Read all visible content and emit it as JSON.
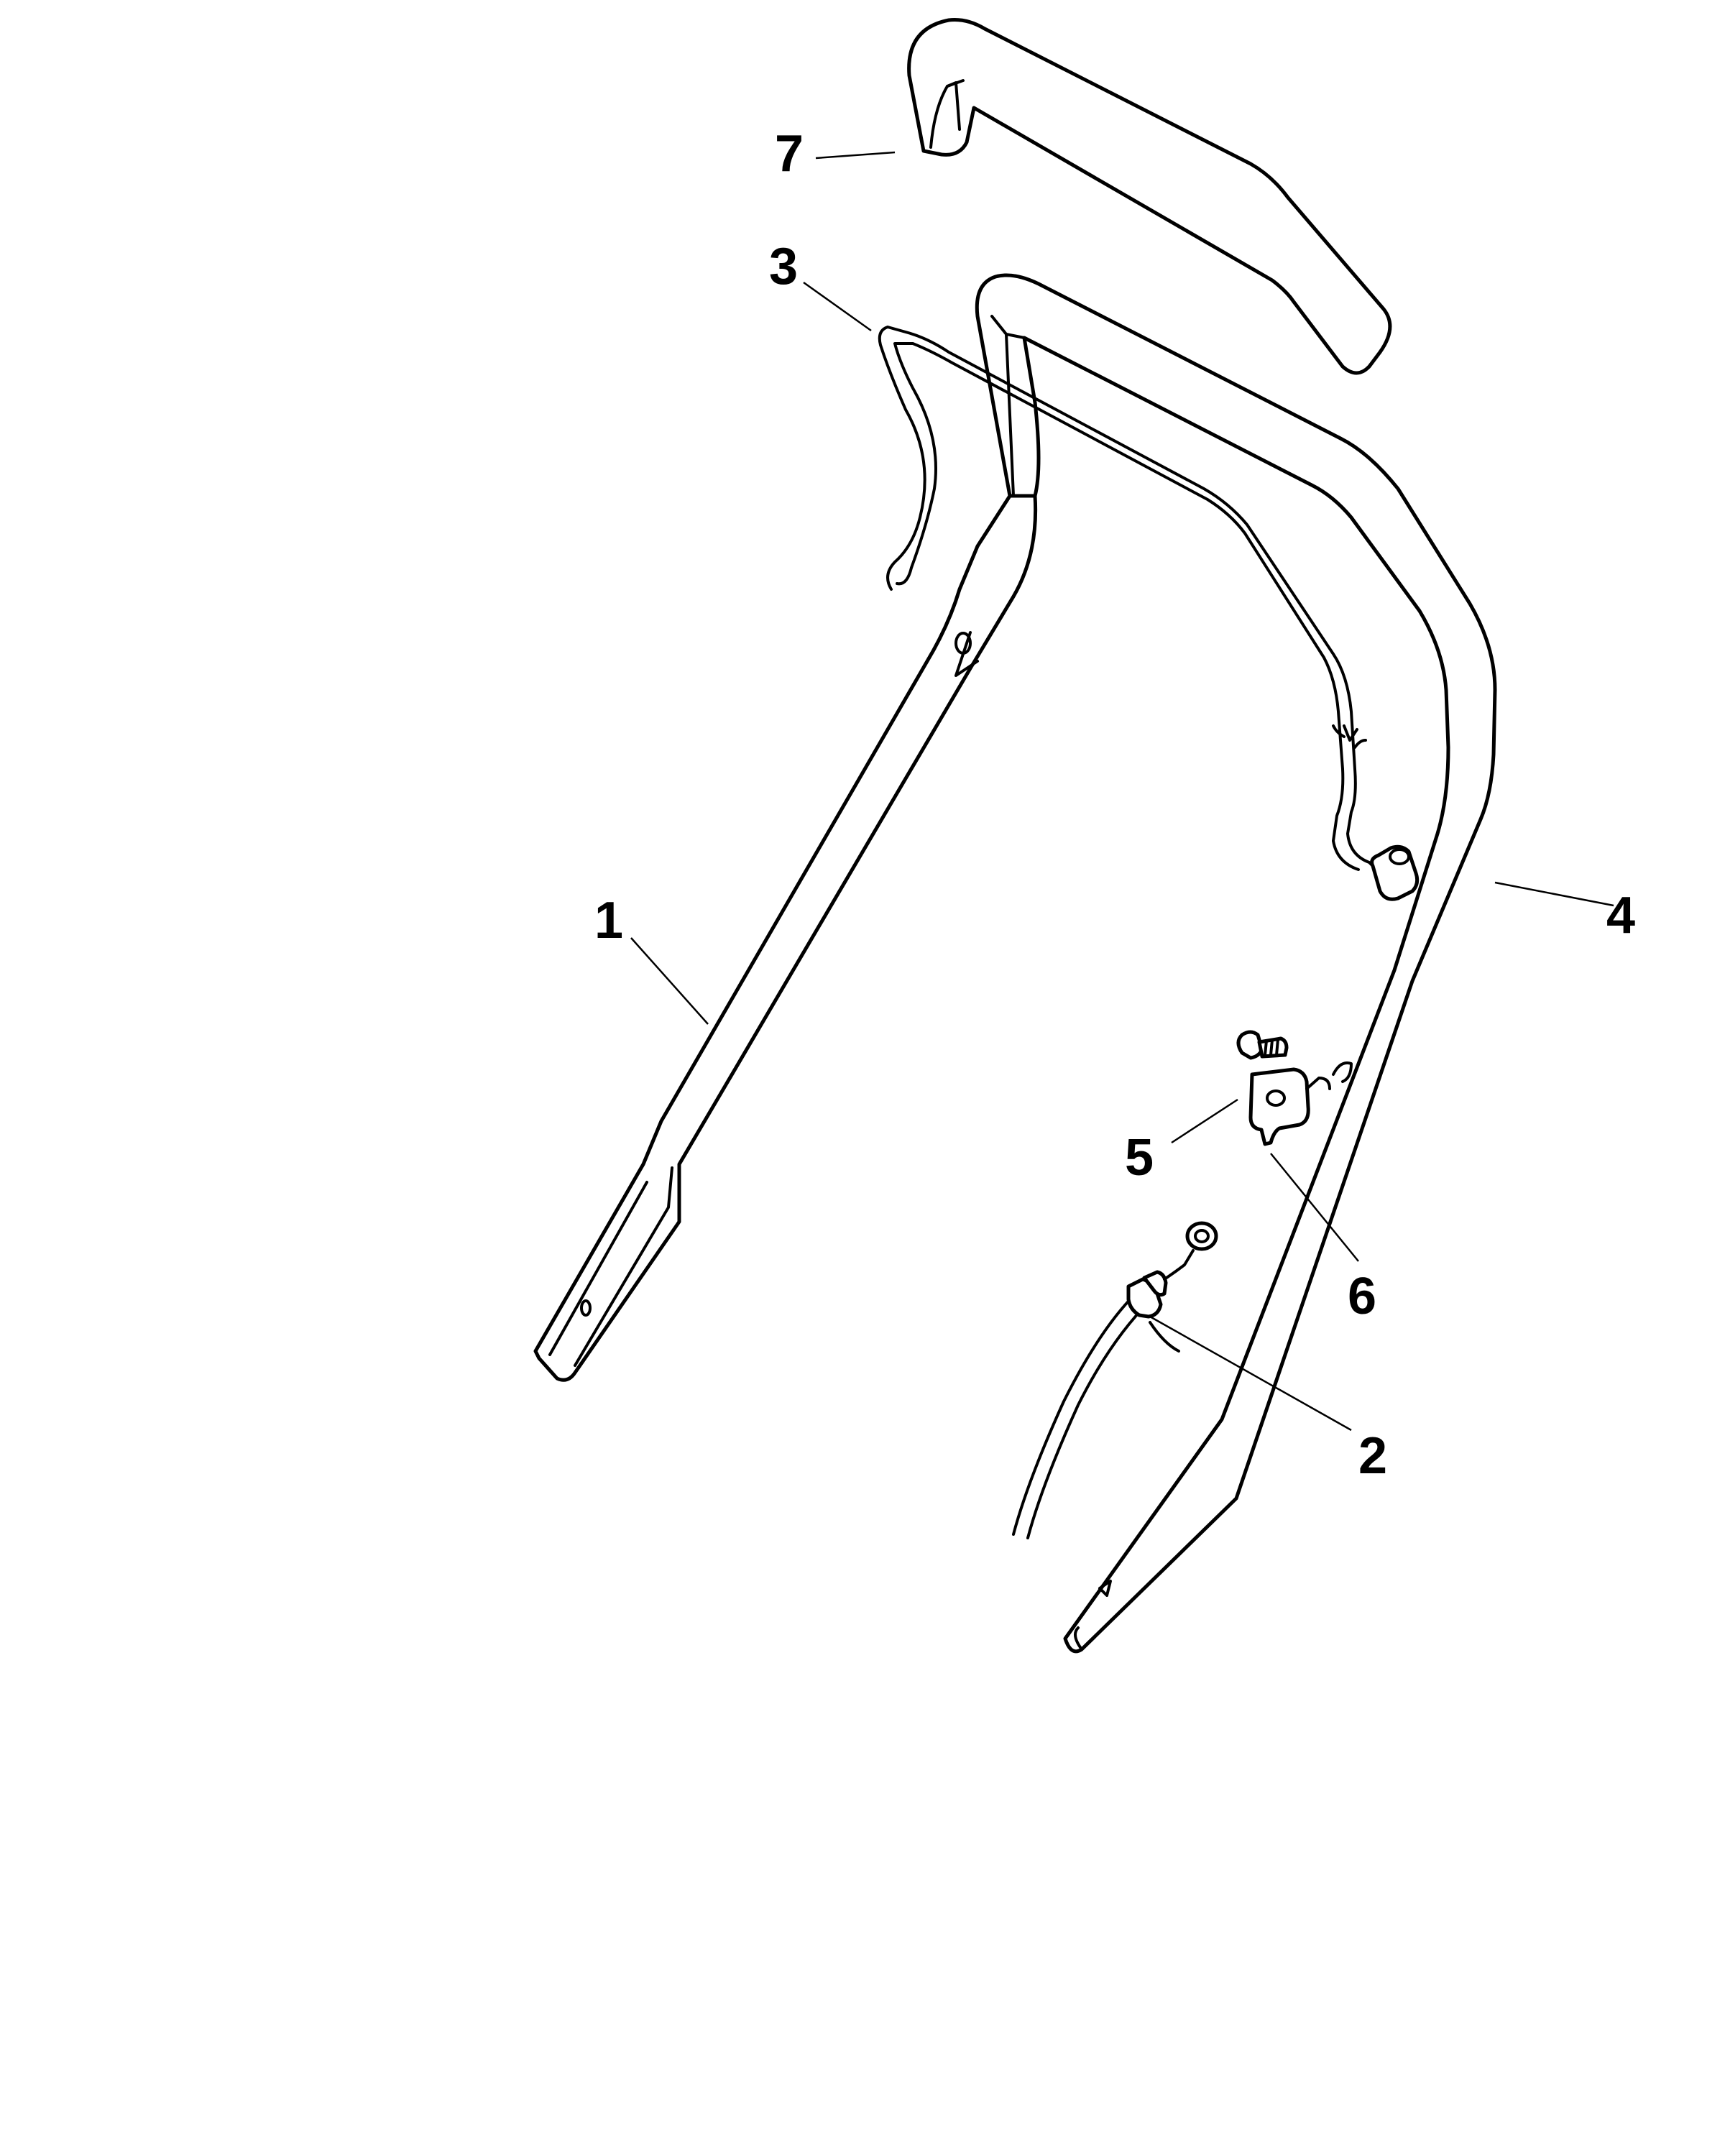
{
  "colors": {
    "line": "#000000",
    "background": "#ffffff"
  },
  "callouts": {
    "part_1": "1",
    "part_2": "2",
    "part_3": "3",
    "part_4": "4",
    "part_5": "5",
    "part_6": "6",
    "part_7": "7"
  }
}
